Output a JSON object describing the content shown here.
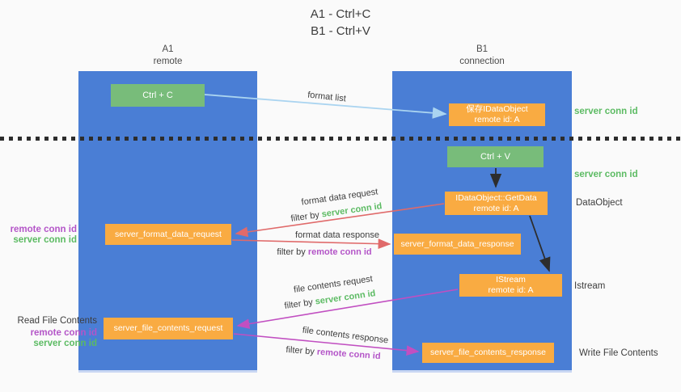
{
  "title": {
    "line1": "A1 - Ctrl+C",
    "line2": "B1 - Ctrl+V"
  },
  "lanes": {
    "a1": {
      "name": "A1",
      "role": "remote"
    },
    "b1": {
      "name": "B1",
      "role": "connection"
    }
  },
  "nodes": {
    "ctrl_c": {
      "label": "Ctrl + C"
    },
    "ctrl_v": {
      "label": "Ctrl + V"
    },
    "save_idataobject": {
      "line1": "保存IDataObject",
      "line2": "remote id: A"
    },
    "getdata": {
      "line1": "IDataObject::GetData",
      "line2": "remote id: A"
    },
    "istream": {
      "line1": "IStream",
      "line2": "remote id: A"
    },
    "format_request": {
      "label": "server_format_data_request"
    },
    "format_response": {
      "label": "server_format_data_response"
    },
    "file_request": {
      "label": "server_file_contents_request"
    },
    "file_response": {
      "label": "server_file_contents_response"
    }
  },
  "edge_labels": {
    "format_list": "format list",
    "format_data_request": "format data request",
    "format_data_response": "format data response",
    "file_contents_request": "file contents request",
    "file_contents_response": "file contents response",
    "filter_by_prefix": "filter by",
    "server_conn_id": "server conn id",
    "remote_conn_id": "remote conn id"
  },
  "side_labels": {
    "server_conn_id_top": "server conn id",
    "server_conn_id_mid": "server conn id",
    "dataobject": "DataObject",
    "istream": "Istream",
    "write_file_contents": "Write File Contents",
    "read_file_contents": "Read File Contents",
    "remote_conn_id_format": "remote conn id",
    "server_conn_id_format": "server conn id",
    "remote_conn_id_file": "remote conn id",
    "server_conn_id_file": "server conn id"
  },
  "colors": {
    "lane_fill": "#4a7ed5",
    "node_green": "#78bc7a",
    "node_orange": "#f9ab42",
    "arrow_blue": "#aad4f0",
    "arrow_red": "#e06a6a",
    "arrow_magenta": "#c14fc1",
    "arrow_black": "#2d2d2d",
    "label_green": "#5cbb63",
    "label_purple": "#b455c8"
  }
}
